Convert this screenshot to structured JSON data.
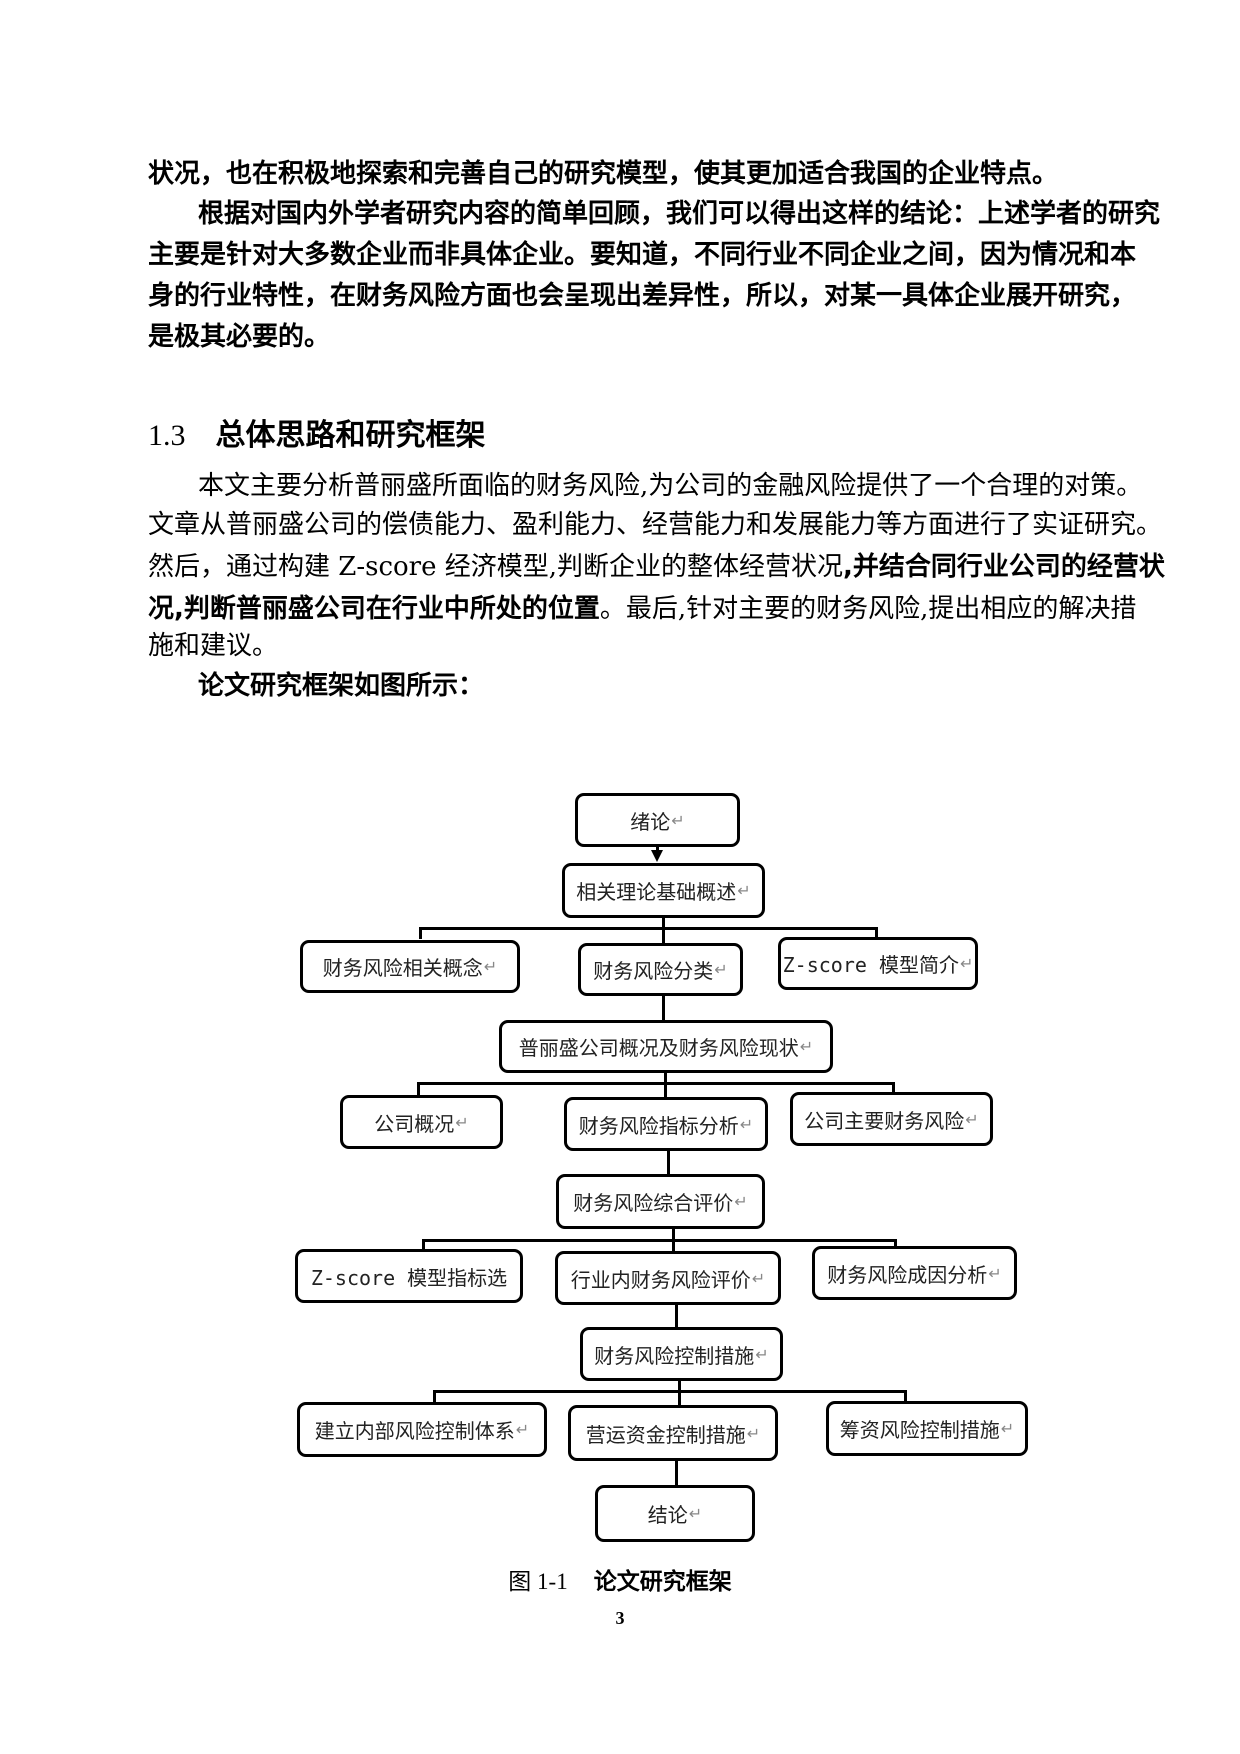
{
  "paragraphs": {
    "p1_lines": [
      "状况，也在积极地探索和完善自己的研究模型，使其更加适合我国的企业特点。",
      "根据对国内外学者研究内容的简单回顾，我们可以得出这样的结论：上述学者的研究",
      "主要是针对大多数企业而非具体企业。要知道，不同行业不同企业之间，因为情况和本",
      "身的行业特性，在财务风险方面也会呈现出差异性，所以，对某一具体企业展开研究，",
      "是极其必要的。"
    ]
  },
  "section": {
    "number": "1.3",
    "title": "总体思路和研究框架"
  },
  "body": {
    "l1": "本文主要分析普丽盛所面临的财务风险,为公司的金融风险提供了一个合理的对策。",
    "l2": "文章从普丽盛公司的偿债能力、盈利能力、经营能力和发展能力等方面进行了实证研究。",
    "l3_regular": "然后，通过构建 Z-score 经济模型,判断企业的整体经营状况",
    "l3_bold": ",并结合同行业公司的经营状",
    "l4_bold": "况,判断普丽盛公司在行业中所处的位置",
    "l4_regular": "。最后,针对主要的财务风险,提出相应的解决措",
    "l5": "施和建议。",
    "l6": "论文研究框架如图所示："
  },
  "diagram": {
    "paragraph_mark": "↵",
    "nodes": {
      "intro": "绪论",
      "theory": "相关理论基础概述",
      "concept": "财务风险相关概念",
      "classification": "财务风险分类",
      "zscore_intro": "Z-score 模型简介",
      "status": "普丽盛公司概况及财务风险现状",
      "company_overview": "公司概况",
      "indicator_analysis": "财务风险指标分析",
      "main_risks": "公司主要财务风险",
      "evaluation": "财务风险综合评价",
      "zscore_select": "Z-score 模型指标选",
      "industry_eval": "行业内财务风险评价",
      "cause_analysis": "财务风险成因分析",
      "control": "财务风险控制措施",
      "internal_control": "建立内部风险控制体系",
      "working_capital": "营运资金控制措施",
      "financing": "筹资风险控制措施",
      "conclusion": "结论"
    }
  },
  "caption": {
    "figure_label": "图 1-1",
    "title": "论文研究框架"
  },
  "page_number": "3"
}
